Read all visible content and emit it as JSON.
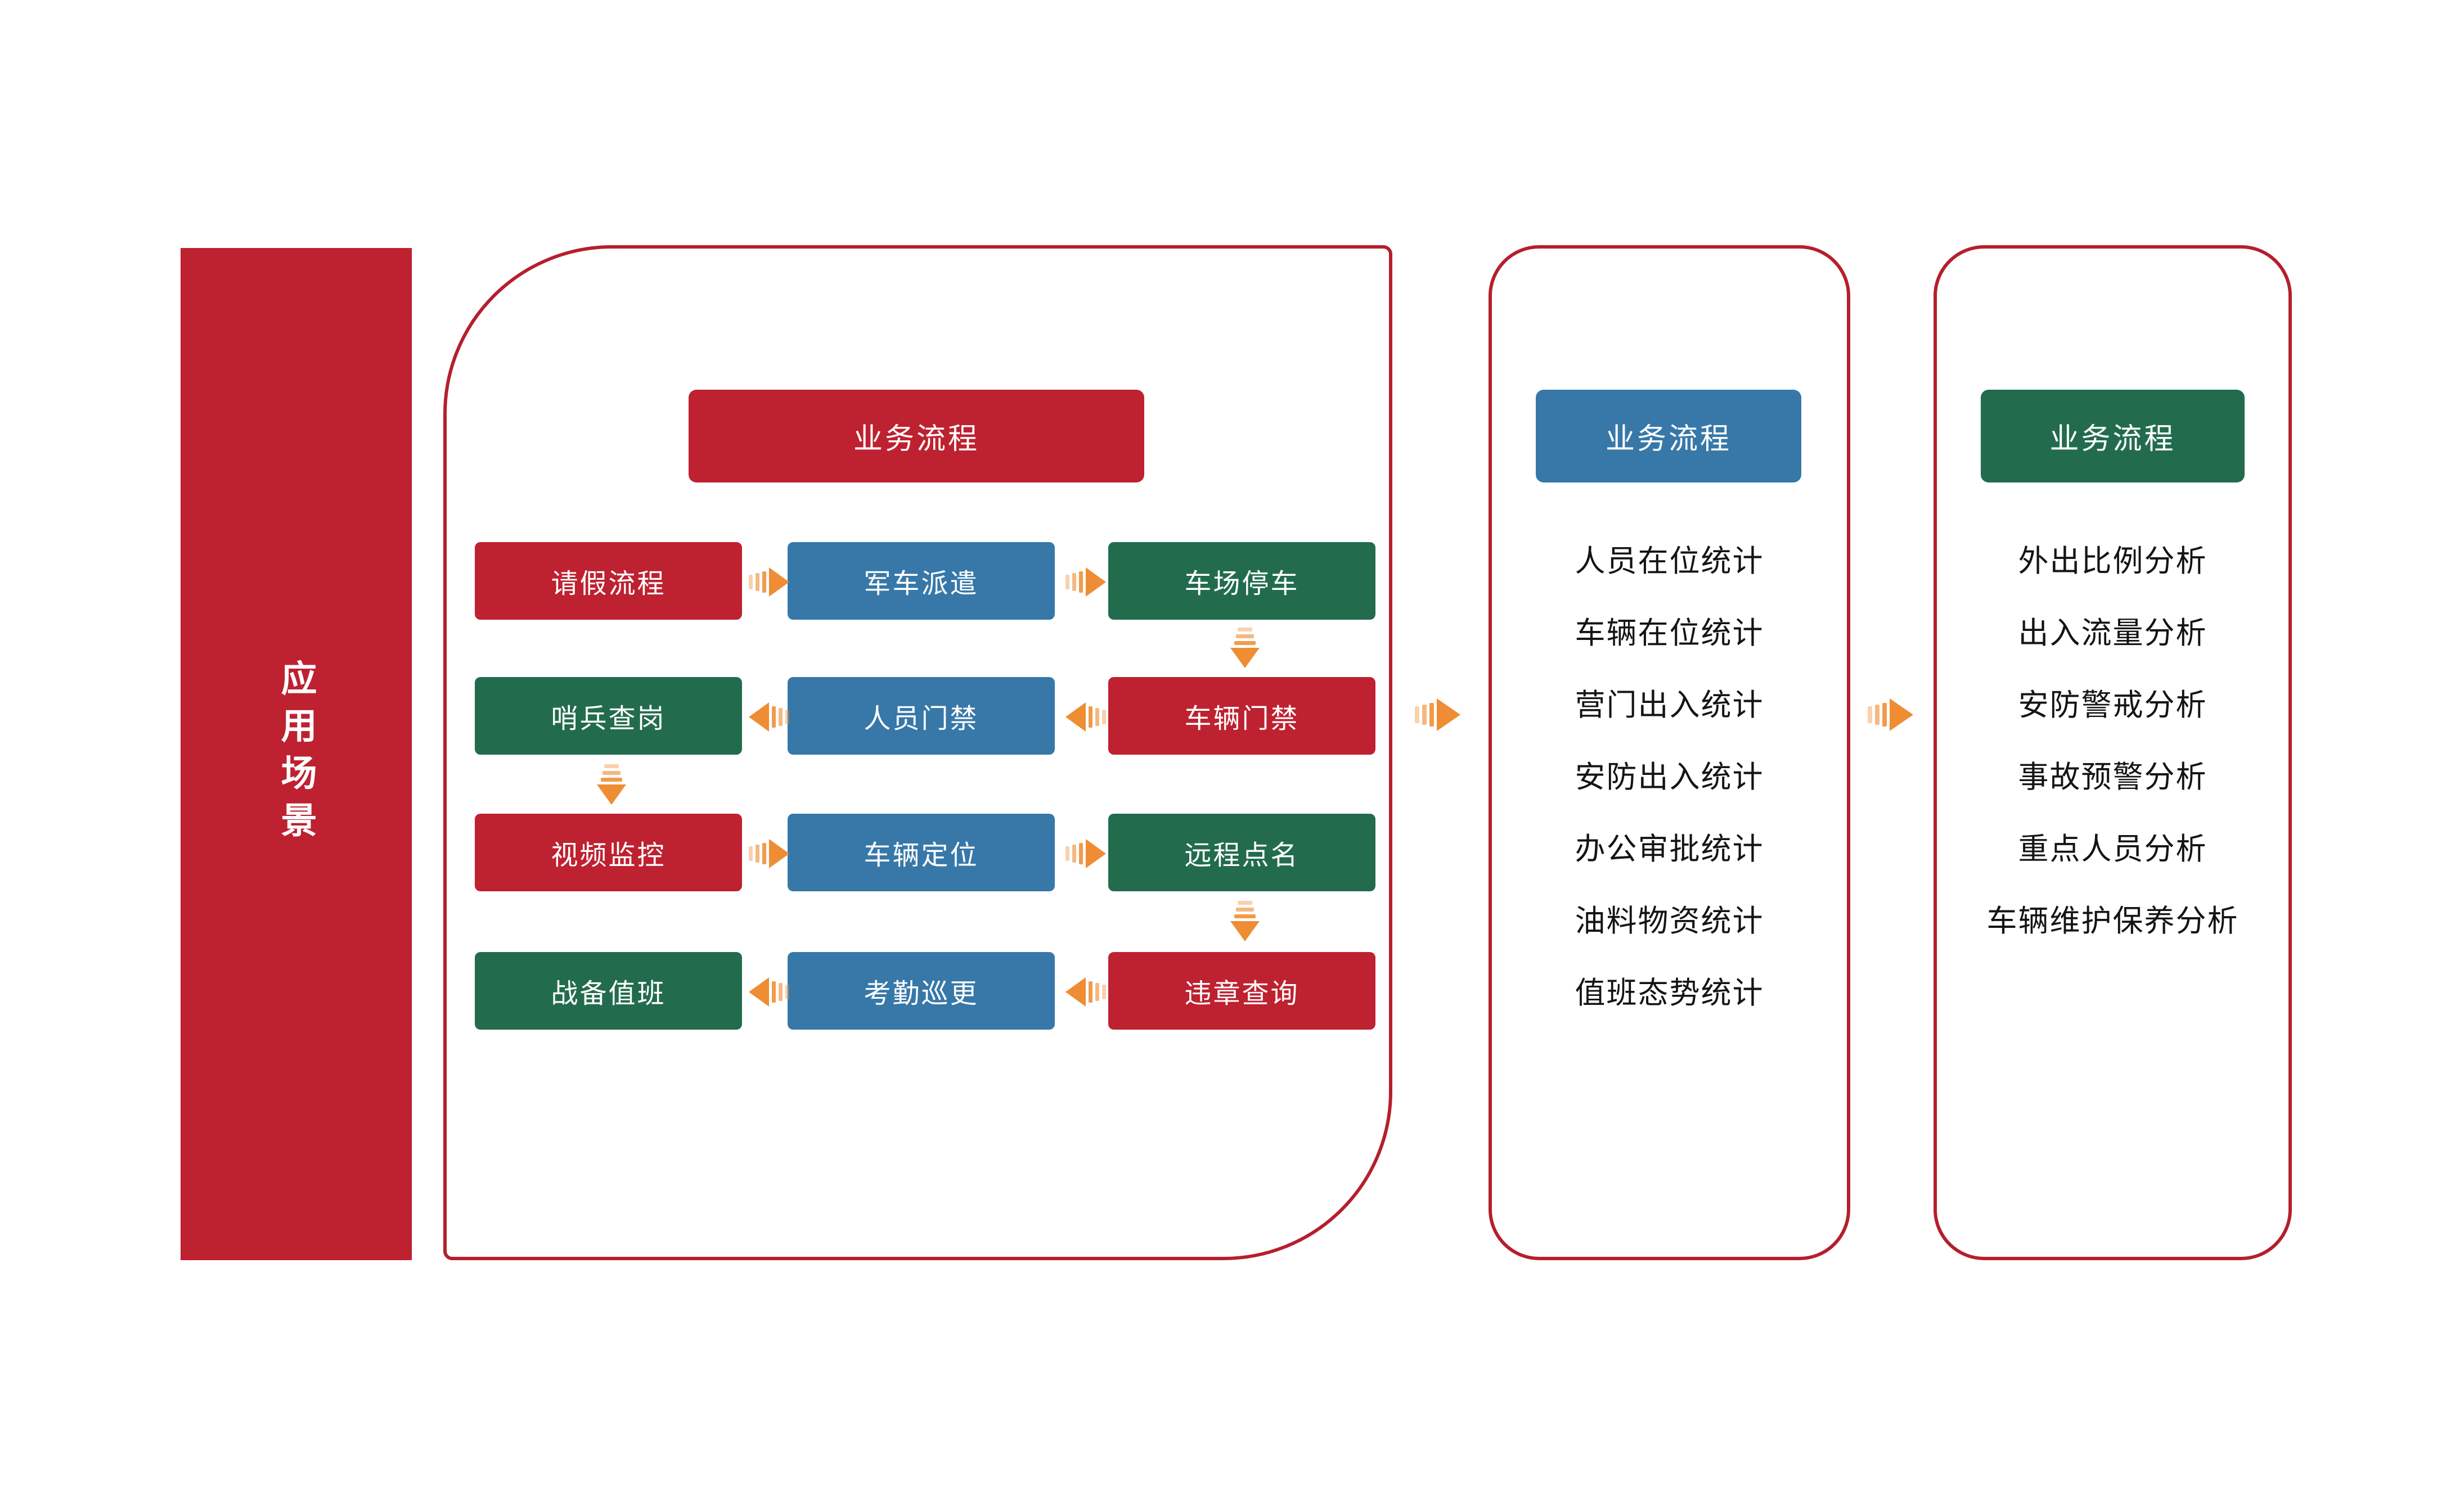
{
  "palette": {
    "red": "#BE2130",
    "blue": "#3778A8",
    "green": "#226C4D",
    "orange": "#EE8D33",
    "border_red": "#B51F2D",
    "text_dark": "#141414"
  },
  "sidebar": {
    "title": "应用场景"
  },
  "panel1": {
    "header": {
      "label": "业务流程",
      "color": "#BE2130"
    },
    "grid": [
      {
        "arrow": "right",
        "cells": [
          {
            "label": "请假流程",
            "color": "#BE2130"
          },
          {
            "label": "军车派遣",
            "color": "#3778A8"
          },
          {
            "label": "车场停车",
            "color": "#226C4D"
          }
        ]
      },
      {
        "arrow": "left",
        "cells": [
          {
            "label": "哨兵查岗",
            "color": "#226C4D"
          },
          {
            "label": "人员门禁",
            "color": "#3778A8"
          },
          {
            "label": "车辆门禁",
            "color": "#BE2130"
          }
        ]
      },
      {
        "arrow": "right",
        "cells": [
          {
            "label": "视频监控",
            "color": "#BE2130"
          },
          {
            "label": "车辆定位",
            "color": "#3778A8"
          },
          {
            "label": "远程点名",
            "color": "#226C4D"
          }
        ]
      },
      {
        "arrow": "left",
        "cells": [
          {
            "label": "战备值班",
            "color": "#226C4D"
          },
          {
            "label": "考勤巡更",
            "color": "#3778A8"
          },
          {
            "label": "违章查询",
            "color": "#BE2130"
          }
        ]
      }
    ]
  },
  "panel2": {
    "header": {
      "label": "业务流程",
      "color": "#3778A8"
    },
    "items": [
      "人员在位统计",
      "车辆在位统计",
      "营门出入统计",
      "安防出入统计",
      "办公审批统计",
      "油料物资统计",
      "值班态势统计"
    ]
  },
  "panel3": {
    "header": {
      "label": "业务流程",
      "color": "#226C4D"
    },
    "items": [
      "外出比例分析",
      "出入流量分析",
      "安防警戒分析",
      "事故预警分析",
      "重点人员分析",
      "车辆维护保养分析"
    ]
  }
}
